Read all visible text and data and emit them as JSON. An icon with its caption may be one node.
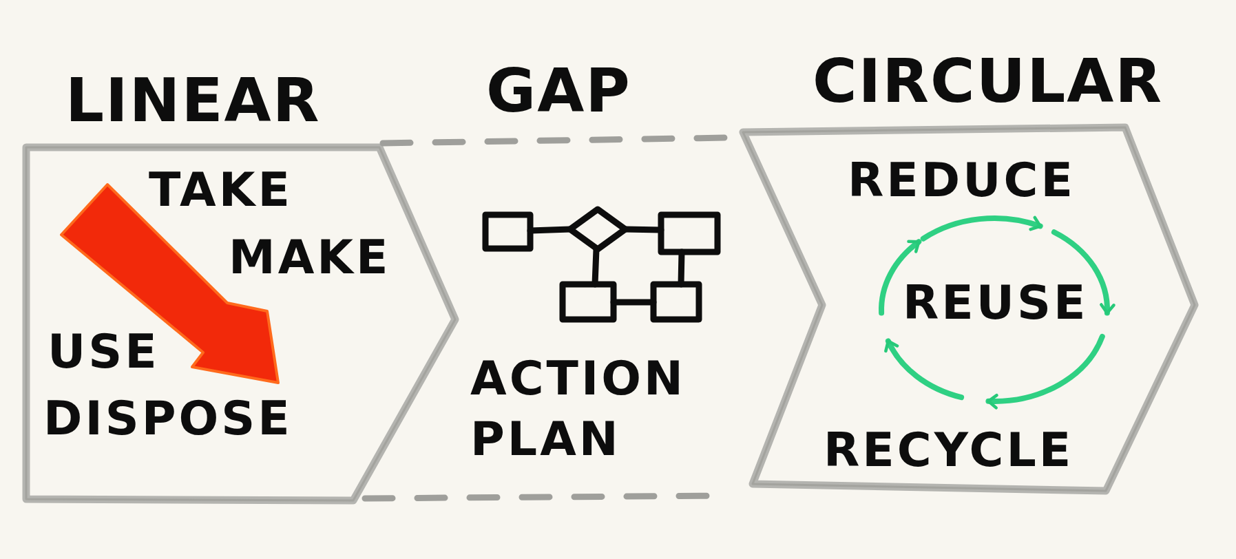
{
  "diagram": {
    "nodes": [
      {
        "text": [
          "LINEAR",
          "TAKE",
          "MAKE",
          "USE",
          "DISPOSE"
        ]
      },
      {
        "text": [
          "GAP",
          "ACTION PLAN"
        ]
      },
      {
        "text": [
          "CIRCULAR",
          "REDUCE",
          "REUSE",
          "RECYCLE"
        ]
      }
    ]
  }
}
